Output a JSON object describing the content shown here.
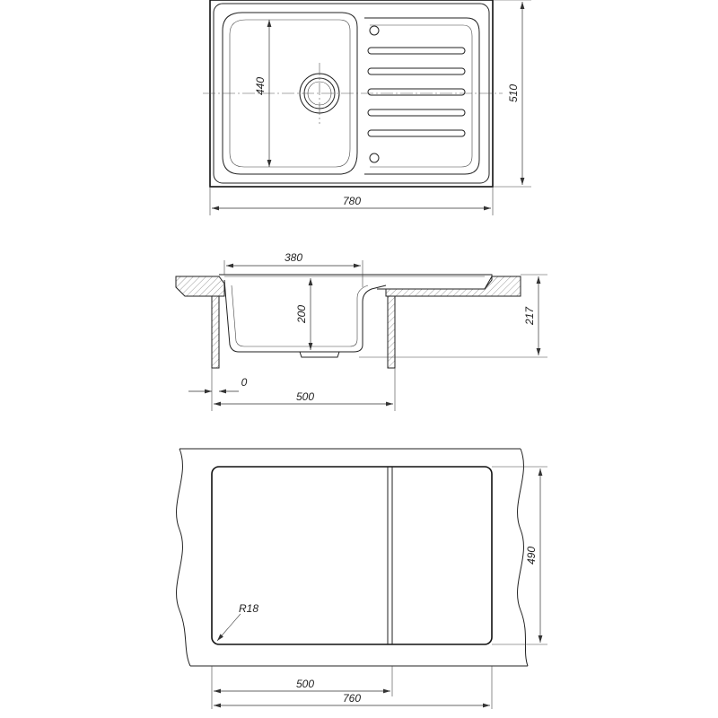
{
  "top_view": {
    "width_label": "780",
    "height_label": "510",
    "bowl_depth_label": "440"
  },
  "section_view": {
    "bowl_width_label": "380",
    "bowl_depth_label": "200",
    "total_height_label": "217",
    "offset_label": "0",
    "cabinet_label": "500"
  },
  "cutout_view": {
    "height_label": "490",
    "radius_label": "R18",
    "cabinet_label": "500",
    "width_label": "760"
  },
  "colors": {
    "line": "#222222",
    "background": "#ffffff"
  }
}
